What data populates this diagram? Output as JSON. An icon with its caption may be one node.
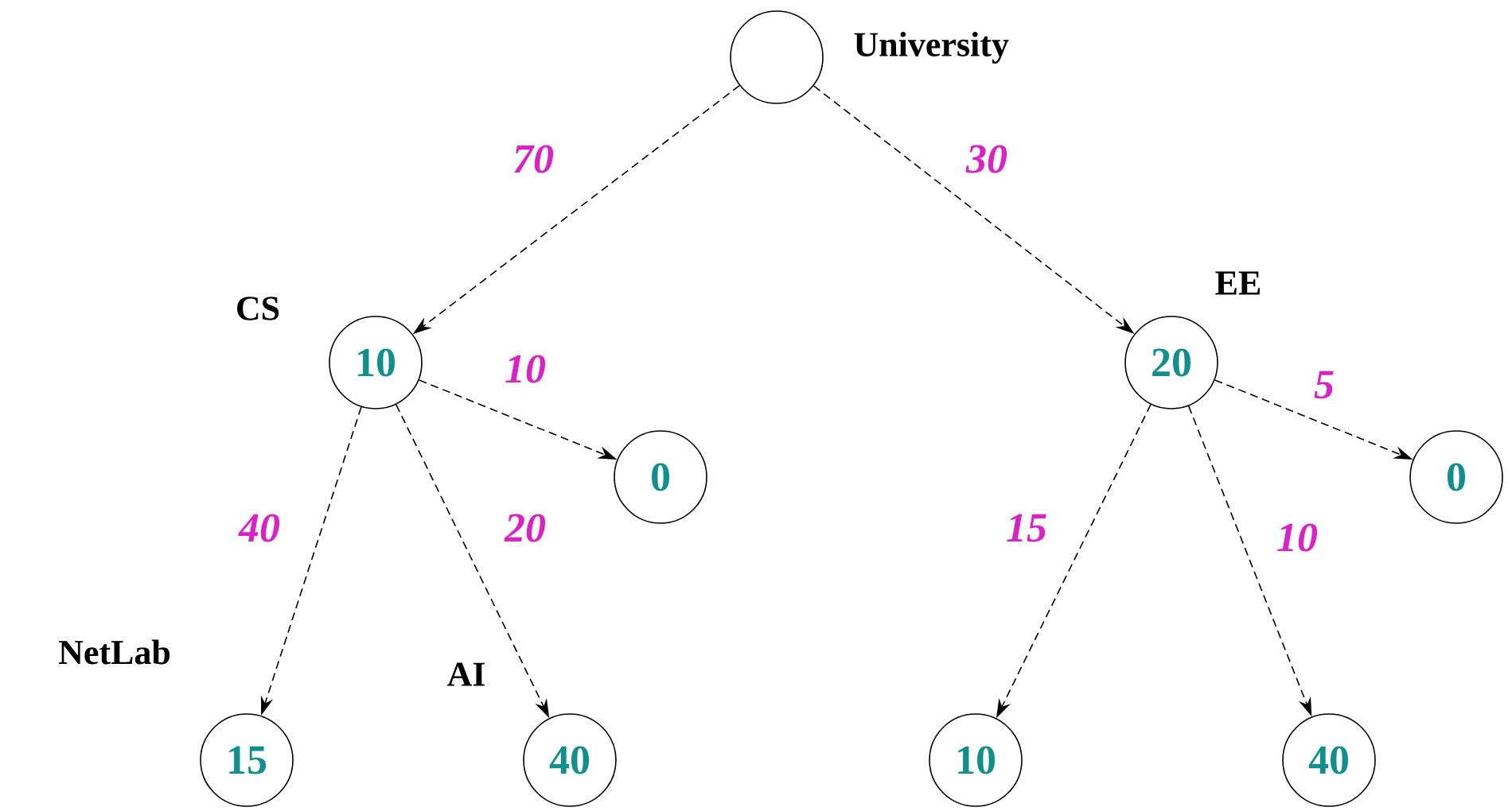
{
  "diagram": {
    "nodes": [
      {
        "text": [],
        "shape": "circle",
        "beside": [
          "University"
        ]
      },
      {
        "text": [
          "10"
        ],
        "beside": [
          "CS"
        ]
      },
      {
        "text": [
          "20"
        ],
        "beside": [
          "EE"
        ]
      },
      {
        "text": [
          "0"
        ]
      },
      {
        "text": [
          "0"
        ]
      },
      {
        "text": [
          "15"
        ],
        "beside": [
          "NetLab"
        ]
      },
      {
        "text": [
          "40"
        ],
        "beside": [
          "AI"
        ]
      },
      {
        "text": [
          "10"
        ]
      },
      {
        "text": [
          "40"
        ]
      }
    ],
    "edges": [
      {
        "from": 0,
        "to": 1,
        "arrow": "to",
        "label": "70",
        "style": "dashed"
      },
      {
        "from": 0,
        "to": 2,
        "arrow": "to",
        "label": "30",
        "style": "dashed"
      },
      {
        "from": 1,
        "to": 3,
        "arrow": "to",
        "label": "10",
        "style": "dashed"
      },
      {
        "from": 1,
        "to": 5,
        "arrow": "to",
        "label": "40",
        "style": "dashed"
      },
      {
        "from": 1,
        "to": 6,
        "arrow": "to",
        "label": "20",
        "style": "dashed"
      },
      {
        "from": 2,
        "to": 4,
        "arrow": "to",
        "label": "5",
        "style": "dashed"
      },
      {
        "from": 2,
        "to": 7,
        "arrow": "to",
        "label": "15",
        "style": "dashed"
      },
      {
        "from": 2,
        "to": 8,
        "arrow": "to",
        "label": "10",
        "style": "dashed"
      }
    ]
  }
}
